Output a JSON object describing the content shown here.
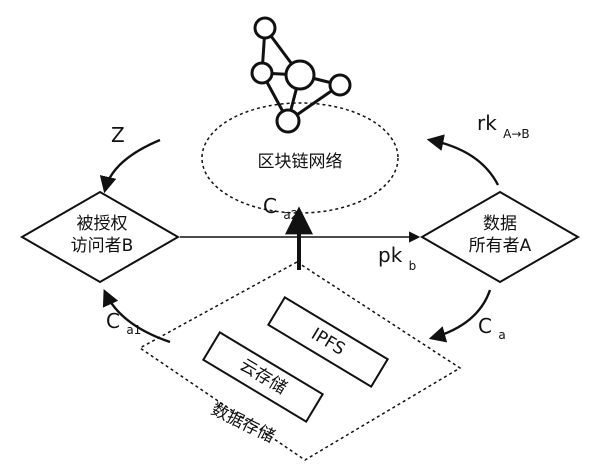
{
  "blockchain": {
    "label": "区块链网络"
  },
  "user_b": {
    "line1": "被授权",
    "line2": "访问者B"
  },
  "owner_a": {
    "line1": "数据",
    "line2": "所有者A"
  },
  "storage": {
    "caption": "数据存储",
    "ipfs": "IPFS",
    "cloud": "云存储"
  },
  "arrows": {
    "z": "Z",
    "rk_base": "rk",
    "rk_sub": "A→B",
    "ca2_base": "C",
    "ca2_sub": "a2",
    "pk_base": "pk",
    "pk_sub": "b",
    "ca_base": "C",
    "ca_sub": "a",
    "ca1_base": "C",
    "ca1_sub": "a1"
  },
  "colors": {
    "stroke": "#111111",
    "background": "#ffffff"
  }
}
